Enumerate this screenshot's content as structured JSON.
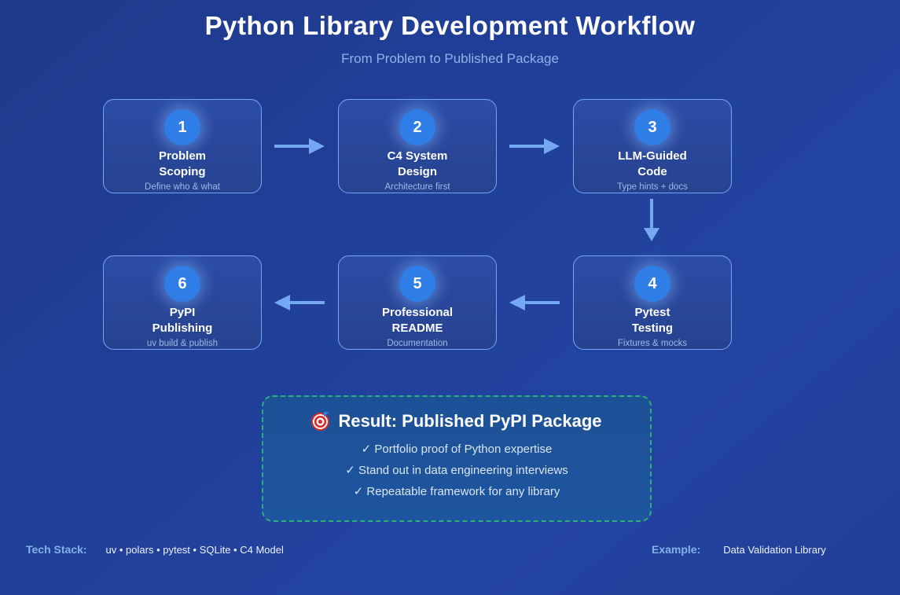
{
  "header": {
    "title": "Python Library Development Workflow",
    "subtitle": "From Problem to Published Package"
  },
  "steps": [
    {
      "number": "1",
      "title_line1": "Problem",
      "title_line2": "Scoping",
      "caption": "Define who & what"
    },
    {
      "number": "2",
      "title_line1": "C4 System",
      "title_line2": "Design",
      "caption": "Architecture first"
    },
    {
      "number": "3",
      "title_line1": "LLM-Guided",
      "title_line2": "Code",
      "caption": "Type hints + docs"
    },
    {
      "number": "4",
      "title_line1": "Pytest",
      "title_line2": "Testing",
      "caption": "Fixtures & mocks"
    },
    {
      "number": "5",
      "title_line1": "Professional",
      "title_line2": "README",
      "caption": "Documentation"
    },
    {
      "number": "6",
      "title_line1": "PyPI",
      "title_line2": "Publishing",
      "caption": "uv build & publish"
    }
  ],
  "result": {
    "icon": "target-icon",
    "title": "Result: Published PyPI Package",
    "items": [
      "✓ Portfolio proof of Python expertise",
      "✓ Stand out in data engineering interviews",
      "✓ Repeatable framework for any library"
    ]
  },
  "footer": {
    "tech_stack_label": "Tech Stack:",
    "tech_stack_value": "uv • polars • pytest • SQLite • C4 Model",
    "example_label": "Example:",
    "example_value": "Data Validation Library"
  },
  "colors": {
    "background_top": "#1f3a8c",
    "background_bottom": "#2444a2",
    "card_border": "#71a7f2",
    "card_fill": "#2a47a0",
    "number_circle": "#2f7de6",
    "arrow": "#74a9f2",
    "result_border": "#2bb07c",
    "result_fill": "#1d5196",
    "title_text": "#ffffff",
    "subtitle_text": "#8fb3e8",
    "caption_text": "#9db9e8",
    "footer_label_text": "#87afe8"
  }
}
